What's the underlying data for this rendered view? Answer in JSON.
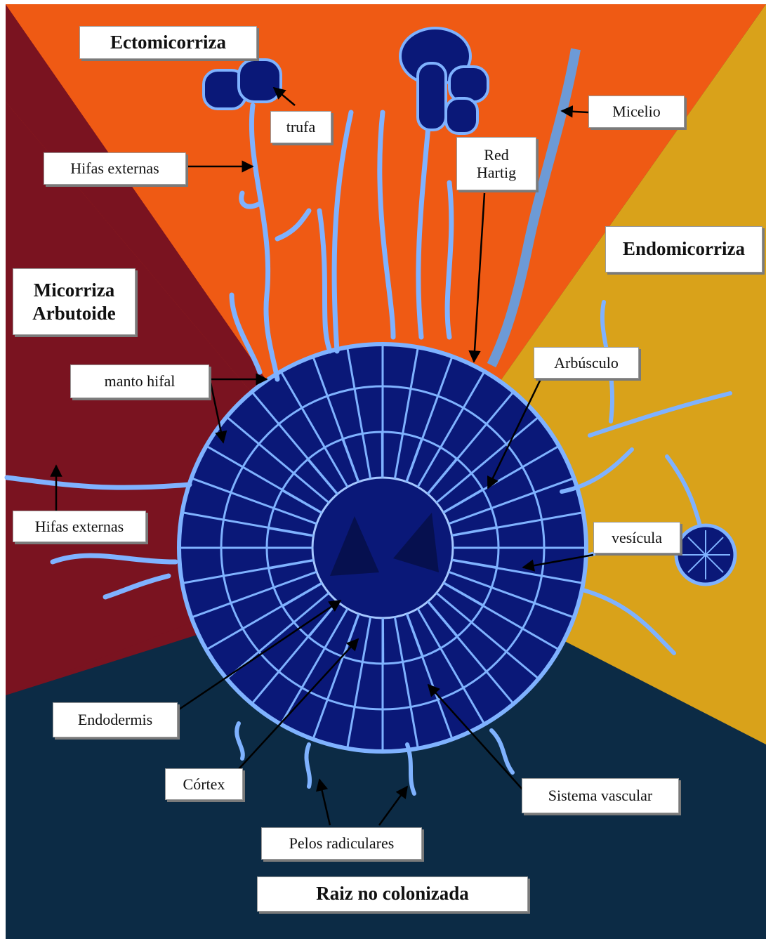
{
  "colors": {
    "ecto": "#ef5a14",
    "endo": "#d9a21a",
    "arbutoid": "#7a1320",
    "uncolonized": "#0c2b45",
    "cell_fill": "#0a1878",
    "cell_border": "#7fb2ff"
  },
  "sections": {
    "ecto": "Ectomicorriza",
    "endo": "Endomicorriza",
    "arbutoid_line1": "Micorriza",
    "arbutoid_line2": "Arbutoide",
    "uncolonized": "Raiz no colonizada"
  },
  "labels": {
    "trufa": "trufa",
    "hifas_externas_top": "Hifas externas",
    "red_hartig_line1": "Red",
    "red_hartig_line2": "Hartig",
    "micelio": "Micelio",
    "manto_hifal": "manto hifal",
    "arbusculo": "Arbúsculo",
    "hifas_externas_left": "Hifas externas",
    "vesicula": "vesícula",
    "endodermis": "Endodermis",
    "cortex": "Córtex",
    "sistema_vascular": "Sistema vascular",
    "pelos_radiculares": "Pelos radiculares"
  }
}
